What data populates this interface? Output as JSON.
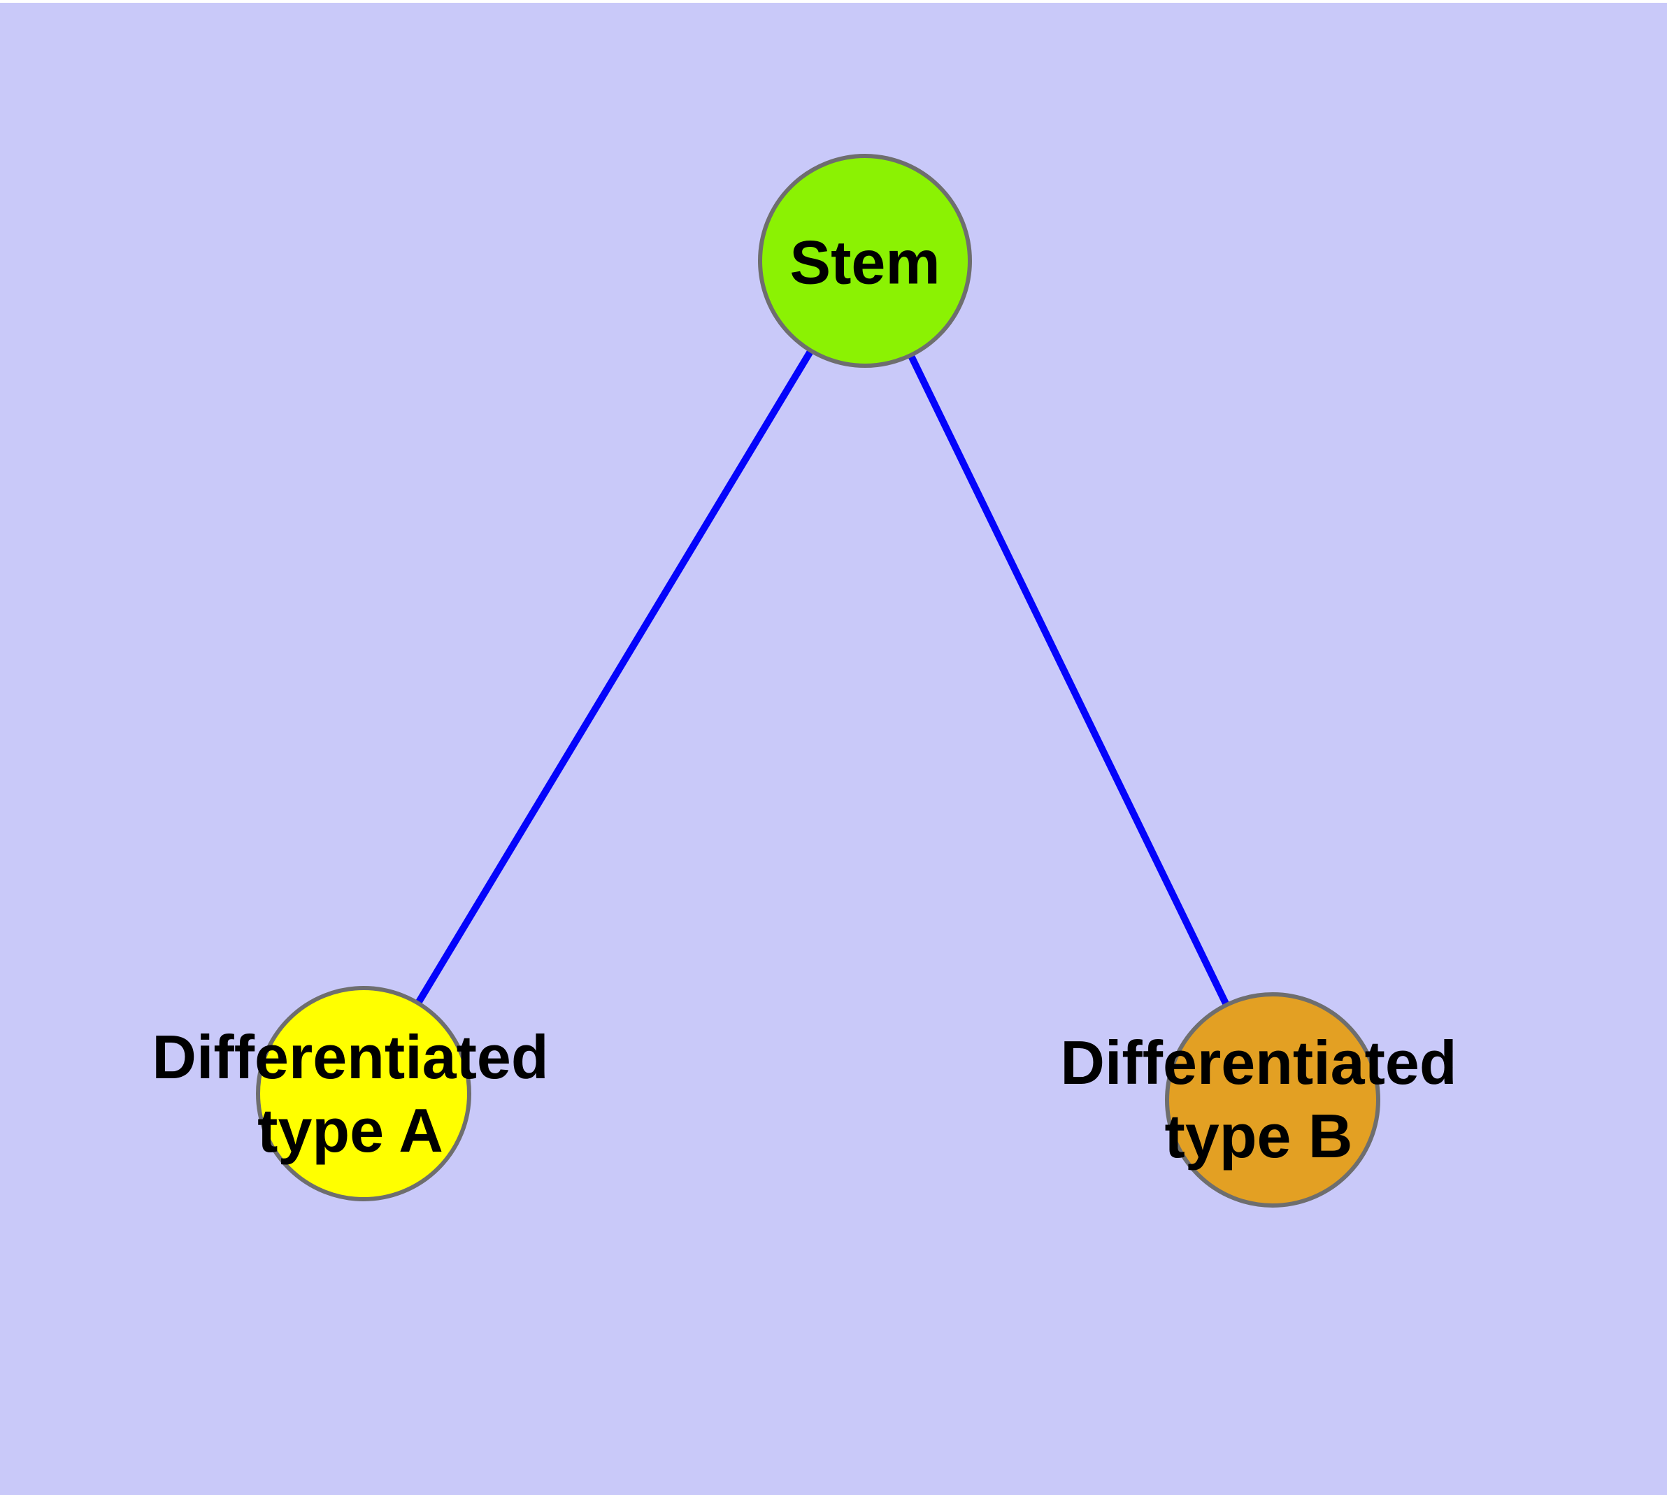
{
  "canvas": {
    "background_color": "#c9c9f9",
    "top_border_color": "#ffffff"
  },
  "edge_style": {
    "color": "#0404fb"
  },
  "nodes": {
    "stem": {
      "label": "Stem",
      "fill": "#8bf203",
      "border": "#6e6e6e"
    },
    "type_a": {
      "label_line1": "Differentiated",
      "label_line2": "type A",
      "fill": "#ffff00",
      "border": "#6e6e6e"
    },
    "type_b": {
      "label_line1": "Differentiated",
      "label_line2": "type B",
      "fill": "#e3a023",
      "border": "#6e6e6e"
    }
  },
  "edges": [
    {
      "from": "Stem",
      "to": "Differentiated type A"
    },
    {
      "from": "Stem",
      "to": "Differentiated type B"
    }
  ]
}
